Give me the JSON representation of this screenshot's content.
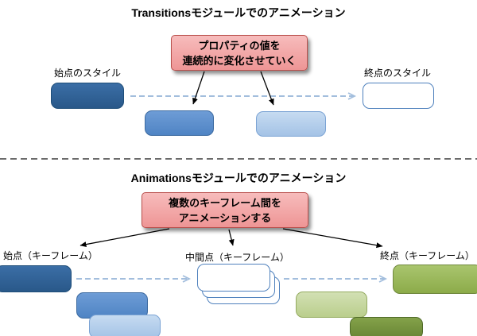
{
  "transitions_section": {
    "title": "Transitionsモジュールでのアニメーション",
    "callout_line1": "プロパティの値を",
    "callout_line2": "連続的に変化させていく",
    "start_label": "始点のスタイル",
    "end_label": "終点のスタイル"
  },
  "animations_section": {
    "title": "Animationsモジュールでのアニメーション",
    "callout_line1": "複数のキーフレーム間を",
    "callout_line2": "アニメーションする",
    "start_label": "始点（キーフレーム）",
    "middle_label": "中間点（キーフレーム）",
    "end_label": "終点（キーフレーム）"
  },
  "colors": {
    "dark_blue": "#2E6095",
    "medium_blue": "#5B8FCE",
    "light_blue": "#AECBEA",
    "keyframe_border_blue": "#4F81BD",
    "olive_green": "#9BBB59",
    "light_green": "#C3D69B",
    "dark_green": "#76923C",
    "callout_background": "#F2A5A5",
    "callout_border": "#B94F4C",
    "dashed_arrow": "#A3BEDD",
    "solid_arrow": "#000000"
  }
}
